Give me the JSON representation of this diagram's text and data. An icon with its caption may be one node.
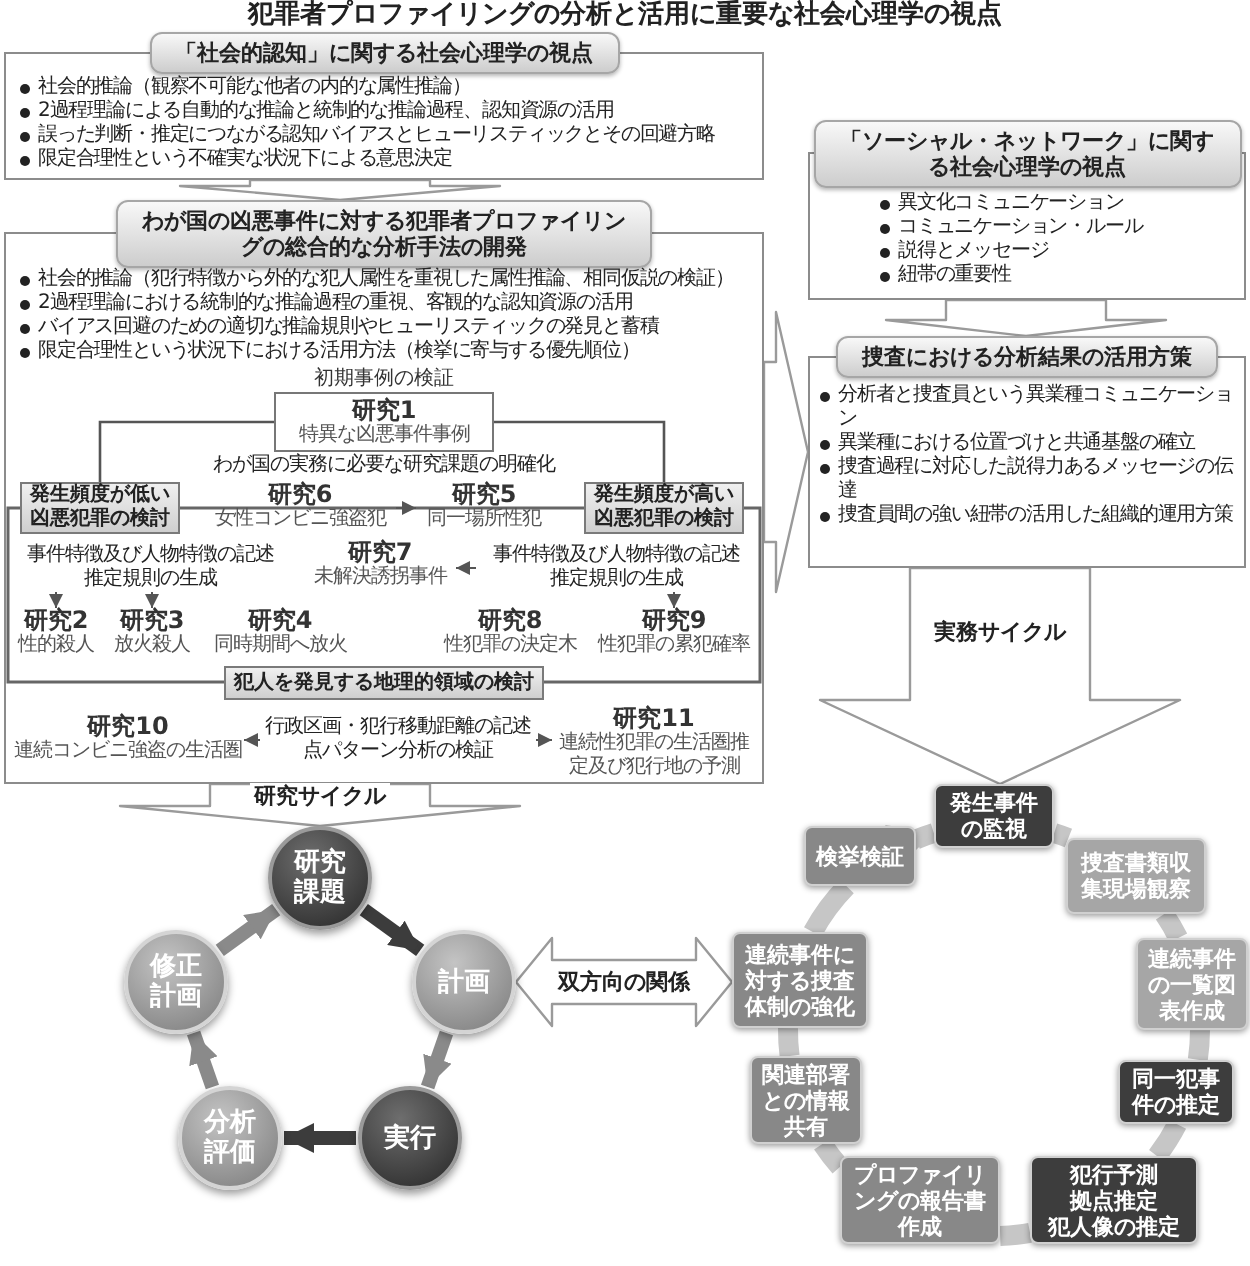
{
  "diagram": {
    "title": "犯罪者プロファイリングの分析と活用に重要な社会心理学の視点",
    "nodes": [
      {
        "text": [
          "「社会的認知」に関する社会心理学の視点",
          "社会的推論（観察不可能な他者の内的な属性推論）",
          "2過程理論による自動的な推論と統制的な推論過程、認知資源の活用",
          "誤った判断・推定につながる認知バイアスとヒューリスティックとその回避方略",
          "限定合理性という不確実な状況下による意思決定"
        ]
      },
      {
        "text": [
          "わが国の凶悪事件に対する犯罪者プロファイリングの総合的な分析手法の開発",
          "社会的推論（犯行特徴から外的な犯人属性を重視した属性推論、相同仮説の検証）",
          "2過程理論における統制的な推論過程の重視、客観的な認知資源の活用",
          "バイアス回避のための適切な推論規則やヒューリスティックの発見と蓄積",
          "限定合理性という状況下における活用方法（検挙に寄与する優先順位）"
        ]
      },
      {
        "text": [
          "初期事例の検証",
          "研究1",
          "特異な凶悪事件事例"
        ],
        "in": 1
      },
      {
        "text": [
          "発生頻度が低い凶悪犯罪の検討"
        ],
        "in": 1
      },
      {
        "text": [
          "発生頻度が高い凶悪犯罪の検討"
        ],
        "in": 1
      },
      {
        "text": [
          "事件特徴及び人物特徴の記述",
          "推定規則の生成"
        ],
        "in": 1
      },
      {
        "text": [
          "研究2",
          "性的殺人"
        ],
        "in": 1
      },
      {
        "text": [
          "研究3",
          "放火殺人"
        ],
        "in": 1
      },
      {
        "text": [
          "研究4",
          "同時期間へ放火"
        ],
        "in": 1
      },
      {
        "text": [
          "研究6",
          "女性コンビニ強盗犯"
        ],
        "in": 1
      },
      {
        "text": [
          "研究5",
          "同一場所性犯"
        ],
        "in": 1
      },
      {
        "text": [
          "事件特徴及び人物特徴の記述",
          "推定規則の生成"
        ],
        "in": 1
      },
      {
        "text": [
          "研究7",
          "未解決誘拐事件"
        ],
        "in": 1
      },
      {
        "text": [
          "研究8",
          "性犯罪の決定木"
        ],
        "in": 1
      },
      {
        "text": [
          "研究9",
          "性犯罪の累犯確率"
        ],
        "in": 1
      },
      {
        "text": [
          "犯人を発見する地理的領域の検討"
        ],
        "in": 1
      },
      {
        "text": [
          "研究10",
          "連続コンビニ強盗の生活圏"
        ],
        "in": 1
      },
      {
        "text": [
          "行政区画・犯行移動距離の記述",
          "点パターン分析の検証"
        ],
        "in": 1
      },
      {
        "text": [
          "研究11",
          "連続性犯罪の生活圏推定及び犯行地の予測"
        ],
        "in": 1
      },
      {
        "text": [
          "「ソーシャル・ネットワーク」に関する社会心理学の視点",
          "異文化コミュニケーション",
          "コミュニケーション・ルール",
          "説得とメッセージ",
          "紐帯の重要性"
        ]
      },
      {
        "text": [
          "捜査における分析結果の活用方策",
          "分析者と捜査員という異業種コミュニケーション",
          "異業種における位置づけと共通基盤の確立",
          "捜査過程に対応した説得力あるメッセージの伝達",
          "捜査員間の強い紐帯の活用した組織的運用方策"
        ]
      },
      {
        "text": [
          "研究課題"
        ]
      },
      {
        "text": [
          "計画"
        ]
      },
      {
        "text": [
          "実行"
        ]
      },
      {
        "text": [
          "分析評価"
        ]
      },
      {
        "text": [
          "修正計画"
        ]
      },
      {
        "text": [
          "発生事件の監視"
        ]
      },
      {
        "text": [
          "捜査書類収集現場観察"
        ]
      },
      {
        "text": [
          "連続事件の一覧図表作成"
        ]
      },
      {
        "text": [
          "同一犯事件の推定"
        ]
      },
      {
        "text": [
          "犯行予測",
          "拠点推定",
          "犯人像の推定"
        ]
      },
      {
        "text": [
          "プロファイリングの報告書作成"
        ]
      },
      {
        "text": [
          "関連部署との情報共有"
        ]
      },
      {
        "text": [
          "連続事件に対する捜査体制の強化"
        ]
      },
      {
        "text": [
          "検挙検証"
        ]
      }
    ],
    "edges": [
      {
        "from": 0,
        "to": 1,
        "arrow": "to"
      },
      {
        "from": 19,
        "to": 20,
        "arrow": "to"
      },
      {
        "from": 1,
        "to": 20,
        "arrow": "to"
      },
      {
        "from": 1,
        "to": 21,
        "arrow": "to",
        "label": "研究サイクル"
      },
      {
        "from": 20,
        "to": 26,
        "arrow": "to",
        "label": "実務サイクル"
      },
      {
        "from": 22,
        "to": 33,
        "arrow": "both",
        "label": "双方向の関係"
      },
      {
        "from": 2,
        "to": 3,
        "arrow": "none"
      },
      {
        "from": 2,
        "to": 4,
        "arrow": "none"
      },
      {
        "from": 5,
        "to": 6,
        "arrow": "to"
      },
      {
        "from": 5,
        "to": 7,
        "arrow": "to"
      },
      {
        "from": 9,
        "to": 10,
        "arrow": "to"
      },
      {
        "from": 11,
        "to": 12,
        "arrow": "to"
      },
      {
        "from": 11,
        "to": 14,
        "arrow": "to"
      },
      {
        "from": 17,
        "to": 16,
        "arrow": "to"
      },
      {
        "from": 17,
        "to": 18,
        "arrow": "to"
      },
      {
        "from": 21,
        "to": 22,
        "arrow": "to",
        "color": "#3c3c3c"
      },
      {
        "from": 22,
        "to": 23,
        "arrow": "to",
        "color": "#8a8a8a"
      },
      {
        "from": 23,
        "to": 24,
        "arrow": "to",
        "color": "#3c3c3c"
      },
      {
        "from": 24,
        "to": 25,
        "arrow": "to",
        "color": "#8a8a8a"
      },
      {
        "from": 25,
        "to": 21,
        "arrow": "to",
        "color": "#8a8a8a"
      },
      {
        "from": 26,
        "to": 27,
        "arrow": "none",
        "color": "#c6c6c6"
      },
      {
        "from": 27,
        "to": 28,
        "arrow": "none",
        "color": "#c6c6c6"
      },
      {
        "from": 28,
        "to": 29,
        "arrow": "none",
        "color": "#c6c6c6"
      },
      {
        "from": 29,
        "to": 30,
        "arrow": "none",
        "color": "#c6c6c6"
      },
      {
        "from": 30,
        "to": 31,
        "arrow": "none",
        "color": "#c6c6c6"
      },
      {
        "from": 31,
        "to": 32,
        "arrow": "none",
        "color": "#c6c6c6"
      },
      {
        "from": 32,
        "to": 33,
        "arrow": "none",
        "color": "#c6c6c6"
      },
      {
        "from": 33,
        "to": 34,
        "arrow": "none",
        "color": "#c6c6c6"
      },
      {
        "from": 34,
        "to": 26,
        "arrow": "to",
        "color": "#c6c6c6"
      }
    ],
    "labels": [
      "わが国の実務に必要な研究課題の明確化"
    ]
  }
}
